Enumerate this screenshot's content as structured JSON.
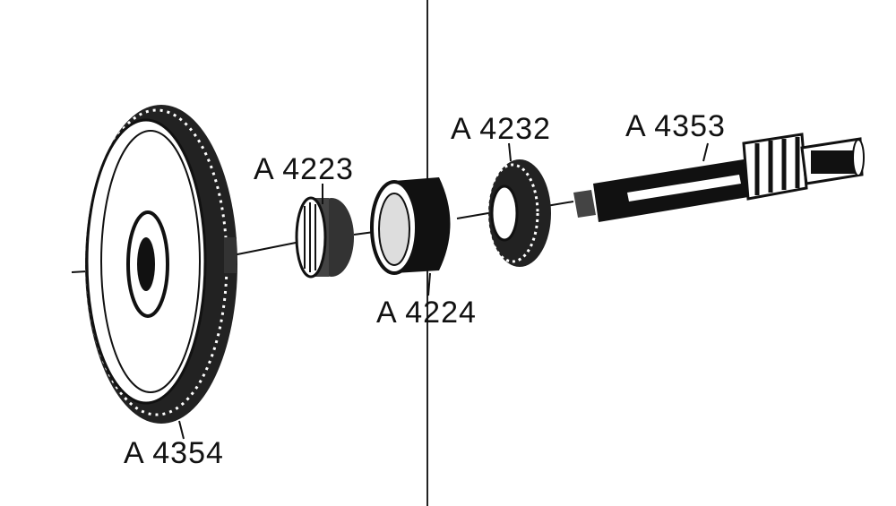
{
  "labels": {
    "gear_large": "A 4354",
    "needle_bearing": "A 4223",
    "bushing": "A 4224",
    "small_gear": "A 4232",
    "shaft": "A 4353"
  },
  "colors": {
    "ink": "#111111",
    "paper": "#ffffff"
  }
}
